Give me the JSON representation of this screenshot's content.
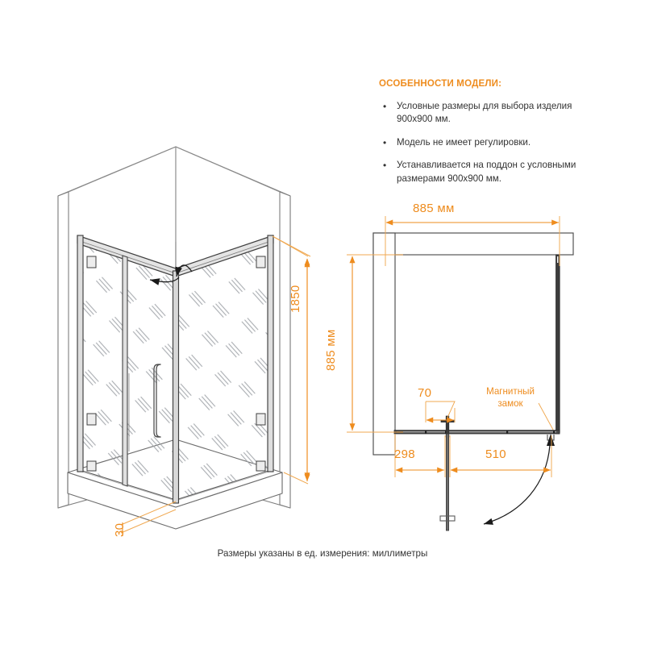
{
  "features": {
    "title": "ОСОБЕННОСТИ МОДЕЛИ:",
    "bullet_glyph": "•",
    "items": [
      "Условные размеры для выбора изделия 900x900 мм.",
      "Модель не имеет регулировки.",
      "Устанавливается на поддон с условными размерами 900x900 мм."
    ]
  },
  "caption": "Размеры указаны в ед. измерения: миллиметры",
  "dimensions": {
    "height_1850": "1850",
    "width_885_mm": "885 мм",
    "depth_885_mm": "885 мм",
    "tray_30": "30",
    "seg_298": "298",
    "seg_510": "510",
    "seg_70": "70"
  },
  "annotations": {
    "magnetic_lock_line1": "Магнитный",
    "magnetic_lock_line2": "замок"
  },
  "colors": {
    "accent_orange": "#ee8c1e",
    "dim_line": "#f0a850",
    "text_dark": "#333333",
    "line_dark": "#3a3a3a",
    "line_mid": "#6d6d6d",
    "line_light": "#9a9a9a",
    "glass_hatch": "#9fa3a8"
  }
}
